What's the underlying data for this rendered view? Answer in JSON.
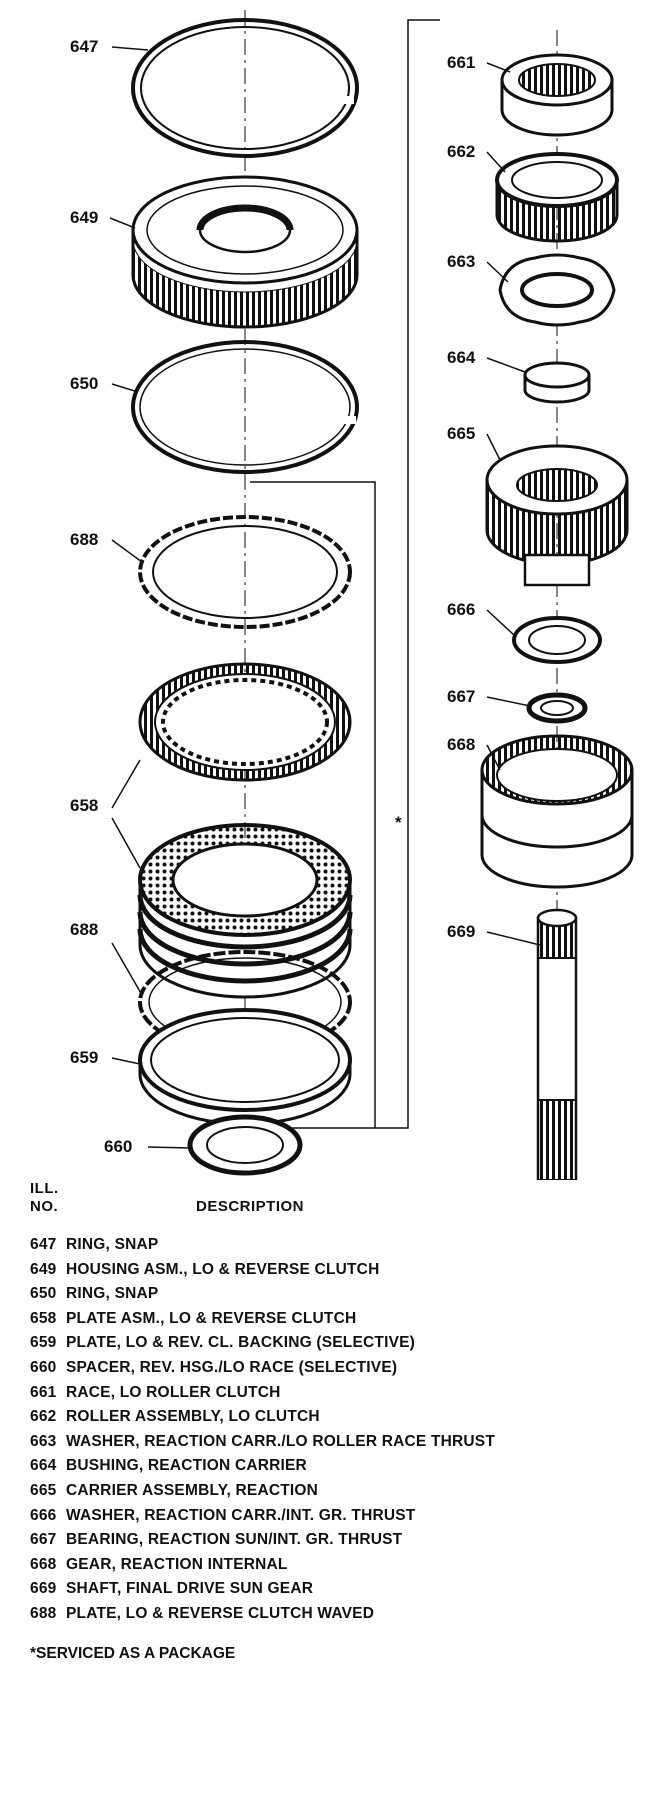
{
  "callouts": {
    "c647": "647",
    "c649": "649",
    "c650": "650",
    "c688a": "688",
    "c658": "658",
    "c688b": "688",
    "c659": "659",
    "c660": "660",
    "c661": "661",
    "c662": "662",
    "c663": "663",
    "c664": "664",
    "c665": "665",
    "c666": "666",
    "c667": "667",
    "c668": "668",
    "c669": "669",
    "asterisk": "*"
  },
  "legend": {
    "header_ill": "ILL.",
    "header_no": "NO.",
    "header_description": "DESCRIPTION",
    "items": [
      {
        "no": "647",
        "desc": "RING, SNAP"
      },
      {
        "no": "649",
        "desc": "HOUSING ASM., LO & REVERSE CLUTCH"
      },
      {
        "no": "650",
        "desc": "RING, SNAP"
      },
      {
        "no": "658",
        "desc": "PLATE ASM., LO & REVERSE CLUTCH"
      },
      {
        "no": "659",
        "desc": "PLATE, LO & REV. CL. BACKING (SELECTIVE)"
      },
      {
        "no": "660",
        "desc": "SPACER, REV. HSG./LO RACE (SELECTIVE)"
      },
      {
        "no": "661",
        "desc": "RACE, LO ROLLER CLUTCH"
      },
      {
        "no": "662",
        "desc": "ROLLER ASSEMBLY, LO CLUTCH"
      },
      {
        "no": "663",
        "desc": "WASHER, REACTION CARR./LO ROLLER RACE THRUST"
      },
      {
        "no": "664",
        "desc": "BUSHING, REACTION CARRIER"
      },
      {
        "no": "665",
        "desc": "CARRIER ASSEMBLY, REACTION"
      },
      {
        "no": "666",
        "desc": "WASHER, REACTION CARR./INT. GR. THRUST"
      },
      {
        "no": "667",
        "desc": "BEARING, REACTION SUN/INT. GR. THRUST"
      },
      {
        "no": "668",
        "desc": "GEAR, REACTION INTERNAL"
      },
      {
        "no": "669",
        "desc": "SHAFT, FINAL DRIVE SUN GEAR"
      },
      {
        "no": "688",
        "desc": "PLATE, LO & REVERSE CLUTCH WAVED"
      }
    ],
    "footnote": "*SERVICED AS A PACKAGE"
  }
}
